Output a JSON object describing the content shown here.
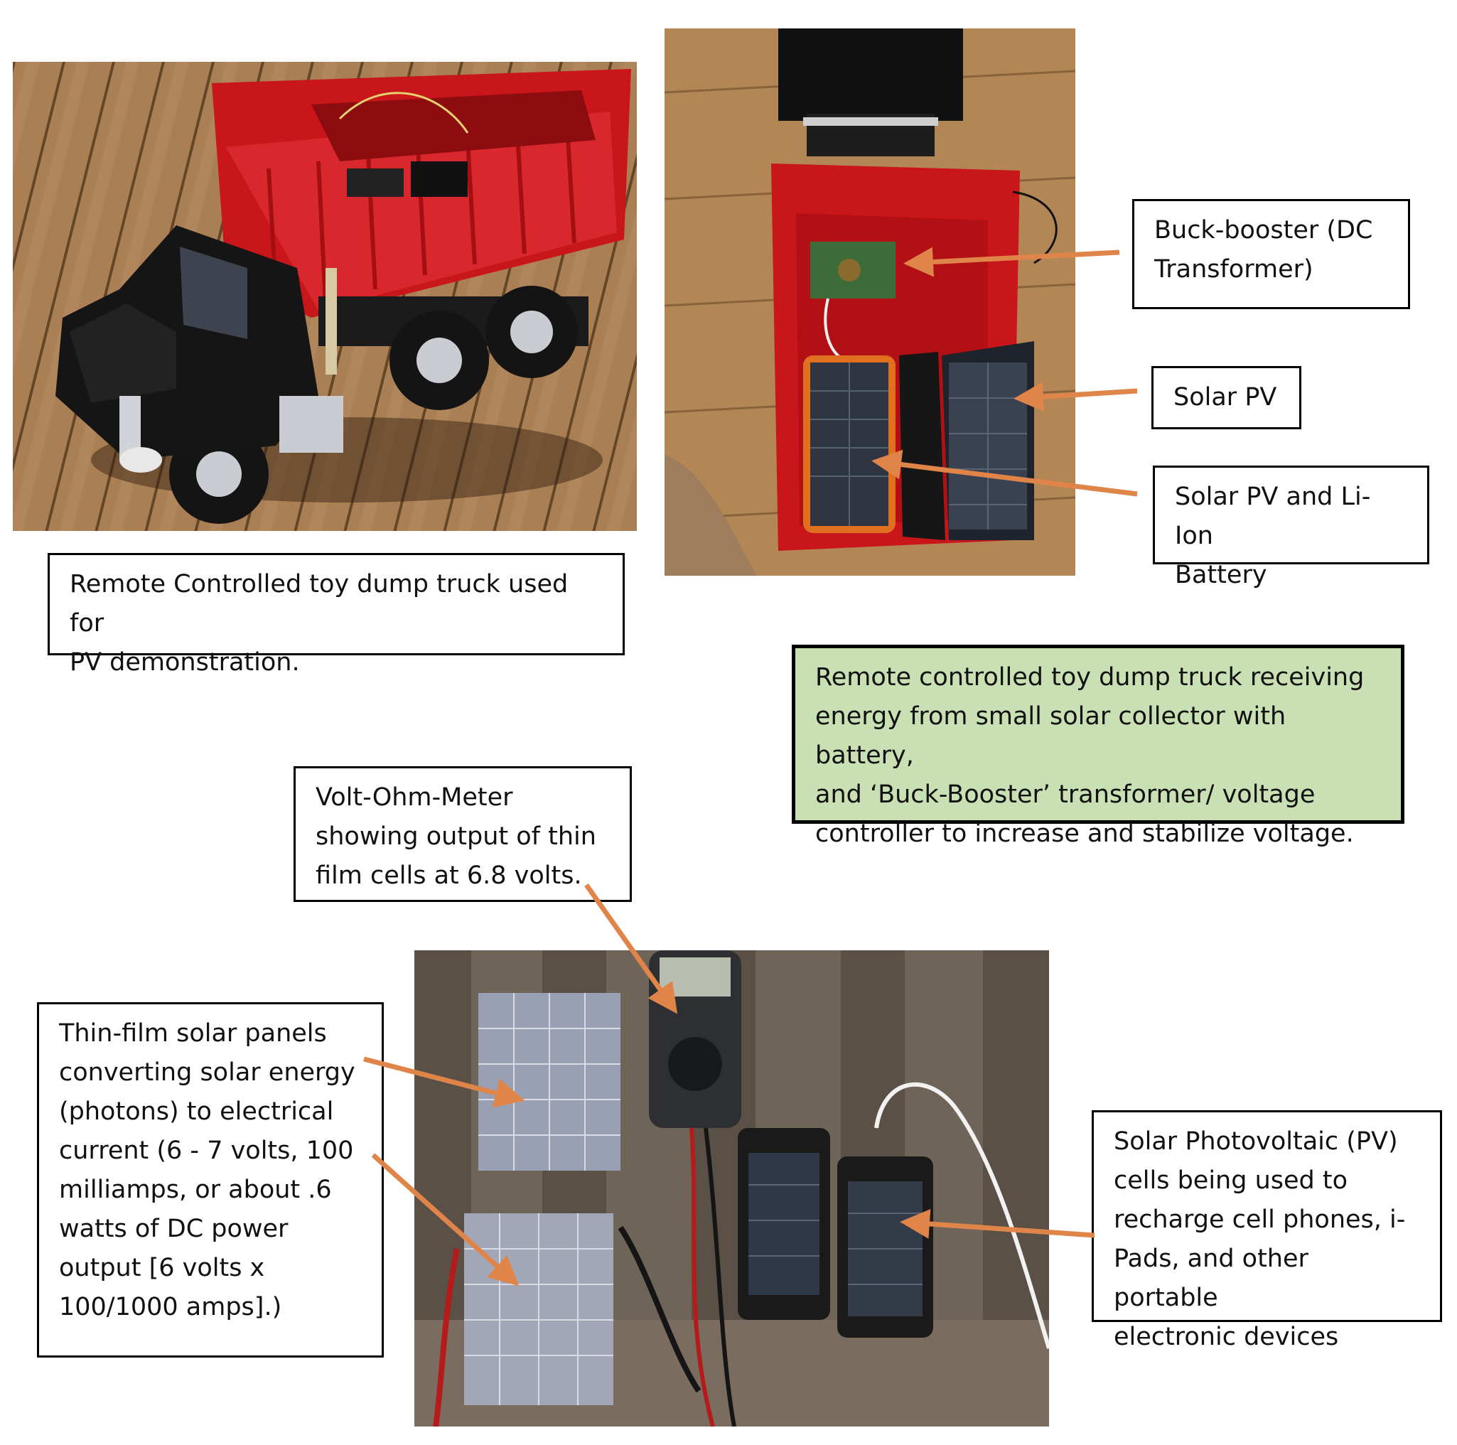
{
  "captions": {
    "truck_caption": "Remote Controlled toy dump truck used for\nPV demonstration.",
    "buck_booster": "Buck-booster (DC\nTransformer)",
    "solar_pv": "Solar PV",
    "solar_pv_battery": "Solar PV and Li-Ion\nBattery",
    "green_summary": "Remote controlled toy dump truck receiving\nenergy from small solar collector with battery,\nand ‘Buck-Booster’  transformer/ voltage\ncontroller to increase and stabilize voltage.",
    "volt_ohm_meter": "Volt-Ohm-Meter\nshowing output of thin\nfilm cells at 6.8 volts.",
    "thin_film": "Thin-film solar panels\nconverting solar energy\n(photons) to electrical\ncurrent (6 - 7 volts, 100\nmilliamps, or about .6\nwatts of DC power\noutput [6  volts x\n100/1000 amps].)",
    "solar_photovoltaic": "Solar Photovoltaic (PV)\ncells being used to\nrecharge cell phones, i-\nPads, and other  portable\nelectronic devices"
  },
  "colors": {
    "arrow": "#e0854a",
    "green_box": "#c9e0b4",
    "truck_red": "#c8161b",
    "deck": "#b98a5c"
  }
}
